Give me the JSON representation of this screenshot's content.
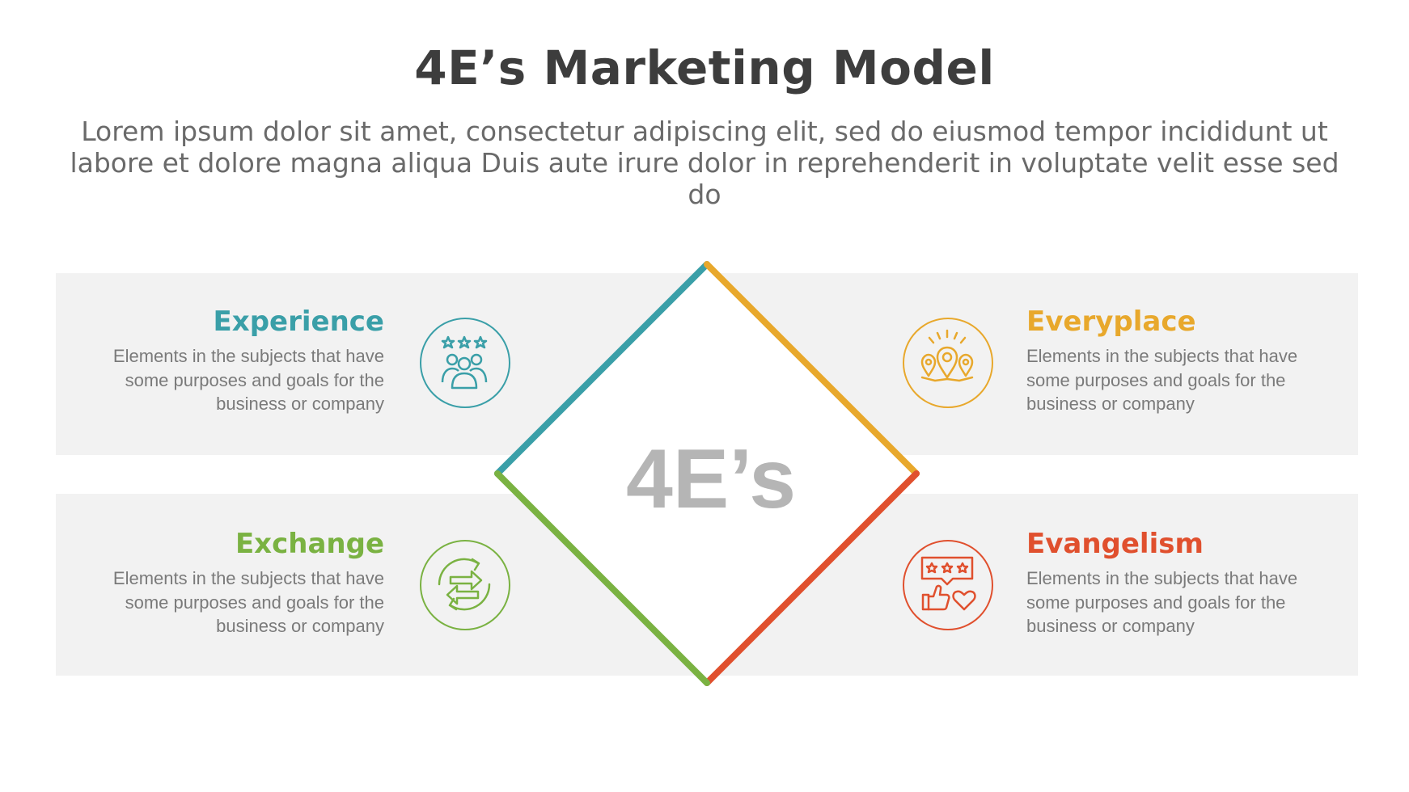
{
  "title": "4E’s Marketing Model",
  "subtitle": "Lorem ipsum dolor sit amet, consectetur adipiscing elit, sed do eiusmod tempor incididunt ut labore et dolore magna aliqua Duis aute irure dolor in reprehenderit in voluptate velit esse sed do",
  "center": {
    "label": "4E’s"
  },
  "items": [
    {
      "title": "Experience",
      "description": "Elements in the subjects that have some purposes and goals for the business or company",
      "color": "#3a9fa8",
      "icon": "people-rating-icon"
    },
    {
      "title": "Everyplace",
      "description": "Elements in the subjects that have some purposes and goals for the business or company",
      "color": "#e8a82c",
      "icon": "location-pins-icon"
    },
    {
      "title": "Exchange",
      "description": "Elements in the subjects that have some purposes and goals for the business or company",
      "color": "#7ab242",
      "icon": "exchange-arrows-icon"
    },
    {
      "title": "Evangelism",
      "description": "Elements in the subjects that have some purposes and goals for the business or company",
      "color": "#e0502e",
      "icon": "review-feedback-icon"
    }
  ]
}
